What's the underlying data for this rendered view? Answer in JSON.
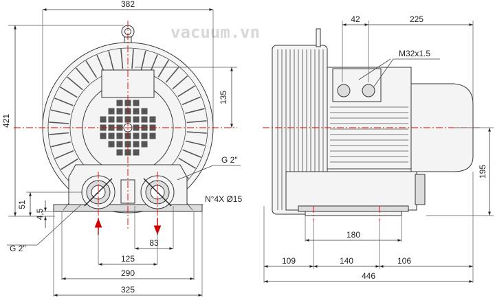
{
  "watermark": "vacuum.vn",
  "front_view": {
    "width_total": "382",
    "height_total": "421",
    "center_to_top_flange": "135",
    "foot_height": "51",
    "base_thickness": "4,5",
    "port_spacing": "125",
    "port_offset": "83",
    "foot_span_inner": "290",
    "foot_span_outer": "325",
    "thread_label_upper": "G 2\"",
    "thread_label_lower": "G 2\"",
    "mounting_holes": "N°4X Ø15"
  },
  "side_view": {
    "terminal_offset": "42",
    "motor_length": "225",
    "cable_gland": "M32x1.5",
    "center_height": "195",
    "base_hole_span": "180",
    "front_offset": "109",
    "hole_spacing": "140",
    "rear_offset": "106",
    "overall_length": "446"
  }
}
